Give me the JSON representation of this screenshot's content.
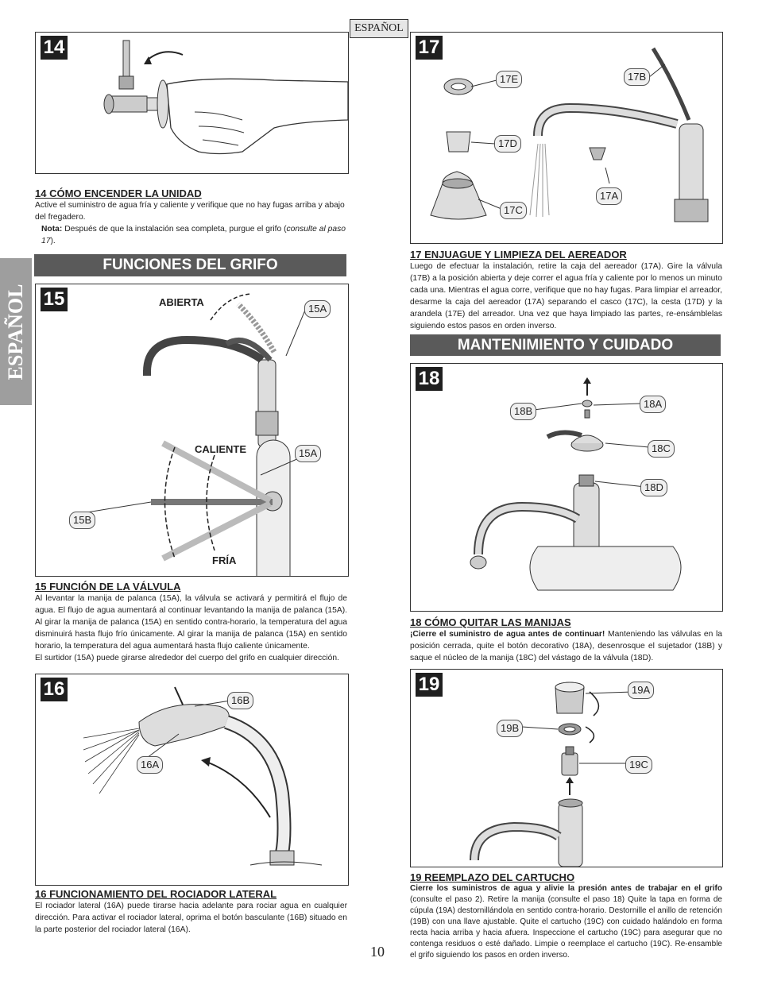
{
  "header": {
    "language_tag": "ESPAÑOL"
  },
  "side_tab": {
    "label": "ESPAÑOL"
  },
  "page_number": "10",
  "sections": {
    "funciones_banner": "FUNCIONES DEL GRIFO",
    "mantenimiento_banner": "MANTENIMIENTO Y CUIDADO"
  },
  "step14": {
    "number": "14",
    "title": "14  CÓMO ENCENDER LA UNIDAD",
    "text": "Active el suministro de agua fría y caliente y verifique que no hay fugas arriba y abajo del fregadero.",
    "note_label": "Nota:",
    "note_text": "Después de que la instalación sea completa, purgue el grifo (",
    "note_ref": "consulte al paso 17",
    "note_end": ")."
  },
  "step15": {
    "number": "15",
    "labels": {
      "abierta": "ABIERTA",
      "caliente": "CALIENTE",
      "fria": "FRÍA"
    },
    "callouts": {
      "a1": "15A",
      "a2": "15A",
      "b": "15B"
    },
    "title": "15  FUNCIÓN DE LA VÁLVULA",
    "text": "Al levantar la manija de palanca (15A), la válvula se activará y permitirá el flujo de agua. El flujo de agua aumentará al continuar levantando la manija de palanca (15A). Al girar la manija de palanca (15A) en sentido contra-horario, la temperatura del agua disminuirá hasta flujo frío únicamente. Al girar la manija de palanca (15A) en sentido horario, la temperatura del agua aumentará hasta flujo caliente únicamente.",
    "text2": "El surtidor (15A) puede girarse alrededor del cuerpo del grifo en cualquier dirección."
  },
  "step16": {
    "number": "16",
    "callouts": {
      "a": "16A",
      "b": "16B"
    },
    "title": "16  FUNCIONAMIENTO DEL ROCIADOR LATERAL",
    "text": "El rociador lateral (16A) puede tirarse hacia adelante para rociar agua en cualquier dirección. Para activar el rociador lateral, oprima el botón basculante (16B) situado en la parte posterior del rociador lateral (16A)."
  },
  "step17": {
    "number": "17",
    "callouts": {
      "a": "17A",
      "b": "17B",
      "c": "17C",
      "d": "17D",
      "e": "17E"
    },
    "title": "17  ENJUAGUE Y LIMPIEZA DEL AEREADOR",
    "text": "Luego de efectuar la instalación, retire la caja del aereador (17A). Gire la válvula (17B) a la posición abierta y deje correr el agua fría y caliente por lo menos un minuto cada una. Mientras el agua corre, verifique que no hay fugas. Para limpiar el arreador, desarme la caja del aereador (17A) separando el casco (17C), la cesta (17D) y la arandela (17E) del arreador. Una vez que haya limpiado las partes, re-ensámblelas siguiendo estos pasos en orden inverso."
  },
  "step18": {
    "number": "18",
    "callouts": {
      "a": "18A",
      "b": "18B",
      "c": "18C",
      "d": "18D"
    },
    "title": "18  CÓMO QUITAR LAS MANIJAS",
    "bold_lead": "¡Cierre el suministro de agua antes de continuar!",
    "text": " Manteniendo las válvulas en la posición cerrada, quite el botón decorativo (18A), desenrosque el sujetador (18B) y saque el núcleo de la manija (18C) del vástago de la válvula (18D)."
  },
  "step19": {
    "number": "19",
    "callouts": {
      "a": "19A",
      "b": "19B",
      "c": "19C"
    },
    "title": "19  REEMPLAZO DEL CARTUCHO",
    "bold_lead": "Cierre los suministros de agua y alivie la presión antes de trabajar en el grifo",
    "text": " (consulte el paso 2). Retire la manija (consulte el paso 18)  Quite la tapa en forma de cúpula (19A) destornillándola en sentido contra-horario. Destornille el anillo de retención (19B) con una llave ajustable.  Quite el cartucho (19C) con cuidado halándolo en forma recta hacia arriba y hacia afuera. Inspeccione el cartucho (19C) para asegurar que no contenga residuos o esté dañado. Limpie o reemplace el cartucho (19C). Re-ensamble el grifo siguiendo los pasos en orden inverso."
  }
}
